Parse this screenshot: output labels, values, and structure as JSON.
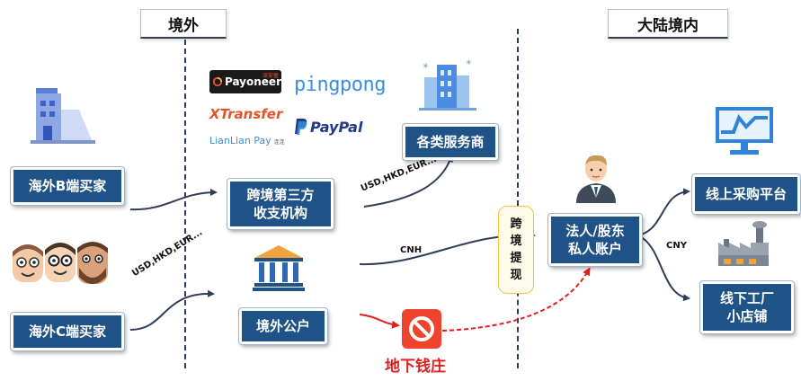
{
  "headers": {
    "overseas": "境外",
    "domestic": "大陆境内"
  },
  "buyers": {
    "b2b": "海外B端买家",
    "b2c": "海外C端买家"
  },
  "providers": {
    "payoneer": "Payoneer",
    "payoneer_cn": "派安盈",
    "pingpong": "pingpong",
    "xtransfer": "XTransfer",
    "paypal": "PayPal",
    "lianlian": "LianLian Pay",
    "lianlian_cn": "连连"
  },
  "boxes": {
    "third_party_line1": "跨境第三方",
    "third_party_line2": "收支机构",
    "offshore_account": "境外公户",
    "service_providers": "各类服务商",
    "settlement_line1": "跨",
    "settlement_line2": "境",
    "settlement_line3": "提",
    "settlement_line4": "现",
    "corp_line1": "法人/股东",
    "corp_line2": "私人账户",
    "online_platform": "线上采购平台",
    "offline_line1": "线下工厂",
    "offline_line2": "小店铺"
  },
  "flow_labels": {
    "usd_top": "USD,HKD,EUR...",
    "usd_left": "USD,HKD,EUR...",
    "cnh": "CNH",
    "cny": "CNY"
  },
  "underground_bank": "地下钱庄",
  "colors": {
    "box_blue": "#1f5287",
    "red": "#e02020",
    "dash": "#2f3d55"
  }
}
